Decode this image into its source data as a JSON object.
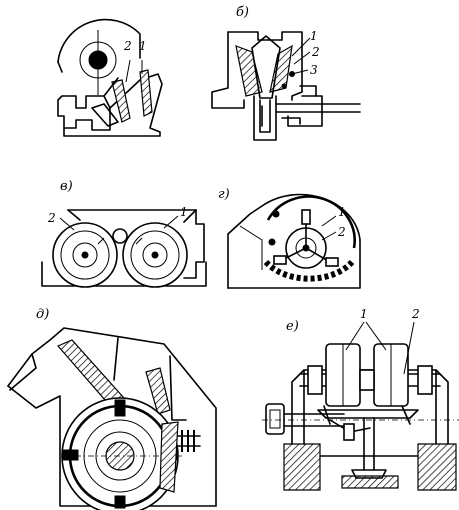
{
  "panels": {
    "a": {
      "parts": [
        "2",
        "1"
      ]
    },
    "b": {
      "label": "б)",
      "parts": [
        "1",
        "2",
        "3"
      ]
    },
    "v": {
      "label": "в)",
      "parts": [
        "2",
        "1"
      ]
    },
    "g": {
      "label": "г)",
      "parts": [
        "1",
        "2"
      ]
    },
    "d": {
      "label": "д)"
    },
    "e": {
      "label": "е)",
      "parts": [
        "1",
        "2"
      ]
    }
  }
}
